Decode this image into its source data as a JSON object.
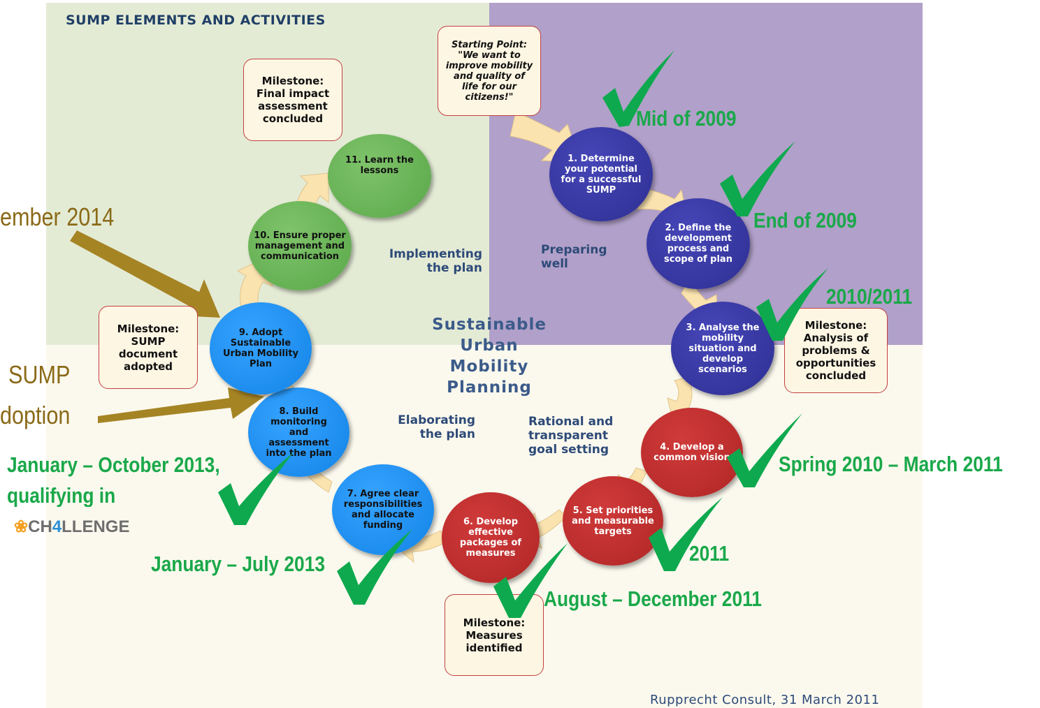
{
  "header": "SUMP ELEMENTS AND ACTIVITIES",
  "center_title": [
    "Sustainable",
    "Urban",
    "Mobility",
    "Planning"
  ],
  "phases": {
    "preparing": "Preparing well",
    "implementing": "Implementing the plan",
    "elaborating": "Elaborating the plan",
    "rational": "Rational and transparent goal setting"
  },
  "steps": [
    "1. Determine your potential for a successful SUMP",
    "2. Define the development process and scope of plan",
    "3. Analyse the mobility situation and develop scenarios",
    "4. Develop a common vision",
    "5. Set priorities and measurable targets",
    "6. Develop effective packages of measures",
    "7. Agree clear responsibilities and allocate funding",
    "8. Build monitoring and assessment into the plan",
    "9. Adopt Sustainable Urban Mobility Plan",
    "10. Ensure proper management and communication",
    "11. Learn the lessons"
  ],
  "starting_point": "Starting Point: \"We want to improve mobility and quality of life for our citizens!\"",
  "milestones": {
    "final_impact": "Milestone: Final impact assessment concluded",
    "sump_adopted": "Milestone: SUMP document adopted",
    "analysis": "Milestone: Analysis of problems & opportunities concluded",
    "measures": "Milestone: Measures identified"
  },
  "annotations": {
    "mid_2009": "Mid of 2009",
    "end_2009": "End of 2009",
    "y2010_2011": "2010/2011",
    "spring": "Spring 2010 – March 2011",
    "y2011": "2011",
    "aug_dec": "August – December 2011",
    "jan_jul": "January – July 2013",
    "jan_oct_1": "January – October 2013,",
    "jan_oct_2": "qualifying in",
    "dec_2014": "ember 2014",
    "sump": "SUMP",
    "adoption": "doption"
  },
  "logo": {
    "pre": "CH",
    "four": "4",
    "post": "LLENGE"
  },
  "footer": "Rupprecht Consult, 31 March 2011",
  "colors": {
    "check": "#0ea94e",
    "annotation": "#1aa84a",
    "olive": "#8a6a18",
    "arrow_fill": "#fbe3b0"
  }
}
